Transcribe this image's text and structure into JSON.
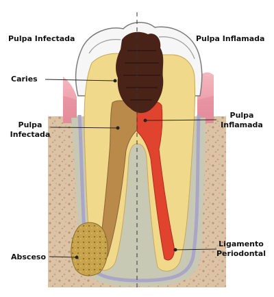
{
  "labels": {
    "top_left": "Pulpa Infectada",
    "top_right": "Pulpa Inflamada",
    "caries": "Caries",
    "pulp_left_line1": "Pulpa",
    "pulp_left_line2": "Infectada",
    "pulp_right_line1": "Pulpa",
    "pulp_right_line2": "Inflamada",
    "abscess": "Absceso",
    "ligament_line1": "Ligamento",
    "ligament_line2": "Periodontal"
  },
  "colors": {
    "enamel": "#f4f4f4",
    "dentin": "#f1d98c",
    "caries": "#4a2318",
    "infected_pulp": "#b98a4a",
    "inflamed_pulp": "#e0442f",
    "gum": "#ea9aa6",
    "bone": "#dcc3a5",
    "ligament": "#a9a6c7",
    "abscess": "#c7a34c"
  }
}
